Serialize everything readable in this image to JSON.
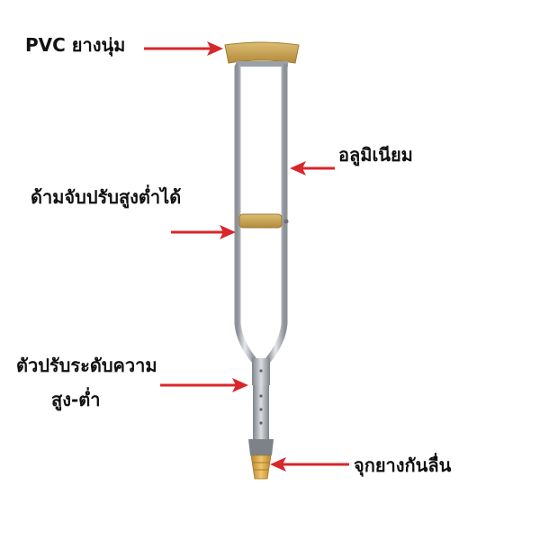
{
  "labels": {
    "pvc_pad": "PVC ยางนุ่ม",
    "aluminium": "อลูมิเนียม",
    "handle": "ด้ามจับปรับสูงต่ำได้",
    "adjuster_line1": "ตัวปรับระดับความ",
    "adjuster_line2": "สูง-ต่ำ",
    "rubber_tip": "จุกยางกันลื่น"
  },
  "colors": {
    "arrow": "#d8262b",
    "pad": "#c9a455",
    "aluminium": "#c2c6cc",
    "tip": "#d8a94c"
  }
}
